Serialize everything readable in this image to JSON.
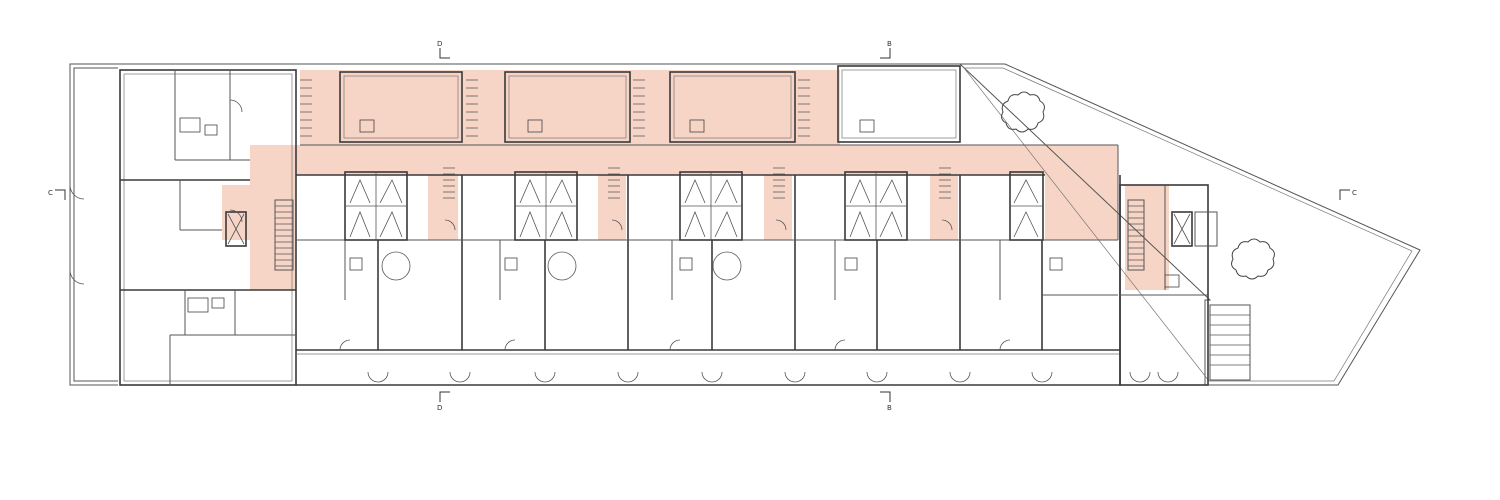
{
  "colors": {
    "circulation": "#f7d5c6",
    "walls": "#3a3a3a",
    "background": "#ffffff"
  },
  "section_marks": {
    "b_top": "B",
    "b_bottom": "B",
    "d_top": "D",
    "d_bottom": "D",
    "c_left": "C",
    "c_right": "C"
  },
  "icons": [
    "tree-icon",
    "elevator-icon",
    "staircase-icon",
    "door-swing-icon"
  ]
}
